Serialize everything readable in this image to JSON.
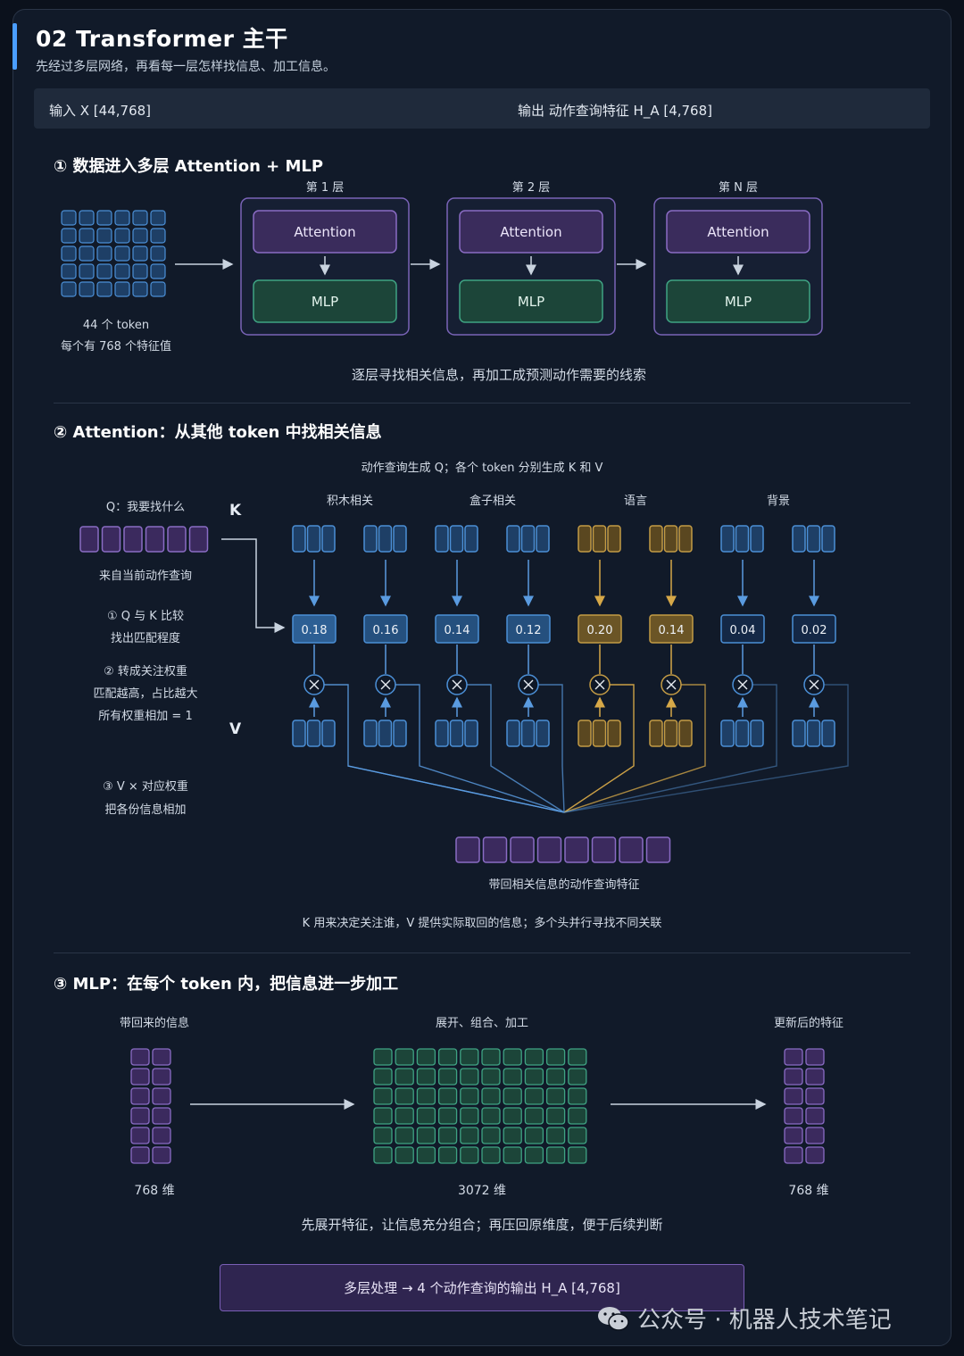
{
  "header": {
    "title": "02 Transformer 主干",
    "subtitle": "先经过多层网络，再看每一层怎样找信息、加工信息。",
    "input": "输入 X [44,768]",
    "output": "输出 动作查询特征 H_A [4,768]"
  },
  "section1": {
    "title": "① 数据进入多层 Attention + MLP",
    "token_count": "44 个 token",
    "token_desc": "每个有 768 个特征值",
    "layers": [
      {
        "label": "第 1 层",
        "attn": "Attention",
        "mlp": "MLP"
      },
      {
        "label": "第 2 层",
        "attn": "Attention",
        "mlp": "MLP"
      },
      {
        "label": "第 N 层",
        "attn": "Attention",
        "mlp": "MLP"
      }
    ],
    "caption": "逐层寻找相关信息，再加工成预测动作需要的线索"
  },
  "section2": {
    "title": "② Attention：从其他 token 中找相关信息",
    "top_note": "动作查询生成 Q；各个 token 分别生成 K 和 V",
    "q_label": "Q：我要找什么",
    "q_source": "来自当前动作查询",
    "k_letter": "K",
    "v_letter": "V",
    "step1_title": "① Q 与 K 比较",
    "step1_desc": "找出匹配程度",
    "step2_title": "② 转成关注权重",
    "step2_desc1": "匹配越高，占比越大",
    "step2_desc2": "所有权重相加 = 1",
    "step3_title": "③ V × 对应权重",
    "step3_desc": "把各份信息相加",
    "groups": [
      "积木相关",
      "盒子相关",
      "语言",
      "背景"
    ],
    "weights": [
      "0.18",
      "0.16",
      "0.14",
      "0.12",
      "0.20",
      "0.14",
      "0.04",
      "0.02"
    ],
    "result_label": "带回相关信息的动作查询特征",
    "caption": "K 用来决定关注谁，V 提供实际取回的信息；多个头并行寻找不同关联",
    "colors": {
      "blue": "#3a78b8",
      "gold": "#b0893a",
      "purple": "#7b5cb0"
    }
  },
  "section3": {
    "title": "③ MLP：在每个 token 内，把信息进一步加工",
    "left_label": "带回来的信息",
    "mid_label": "展开、组合、加工",
    "right_label": "更新后的特征",
    "left_dim": "768 维",
    "mid_dim": "3072 维",
    "right_dim": "768 维",
    "caption": "先展开特征，让信息充分组合；再压回原维度，便于后续判断"
  },
  "footer": {
    "summary": "多层处理 → 4 个动作查询的输出 H_A [4,768]",
    "watermark": "公众号 · 机器人技术笔记"
  }
}
